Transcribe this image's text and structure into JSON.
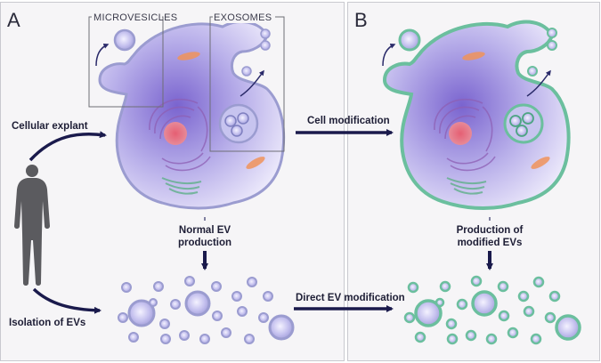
{
  "panels": {
    "a": {
      "letter": "A"
    },
    "b": {
      "letter": "B"
    }
  },
  "insets": {
    "microvesicles": "MICROVESICLES",
    "exosomes": "EXOSOMES"
  },
  "labels": {
    "cellular_explant": "Cellular explant",
    "isolation": "Isolation of EVs",
    "cell_modification": "Cell modification",
    "direct_modification": "Direct EV modification",
    "normal_line1": "Normal EV",
    "normal_line2": "production",
    "modified_line1": "Production of",
    "modified_line2": "modified EVs"
  },
  "colors": {
    "panel_bg": "#f5f4f6",
    "normal_membrane": "#9b9cd0",
    "modified_membrane": "#6bbf9e",
    "cytoplasm": "#c8c2ee",
    "nucleus": "#e0667a",
    "arrow": "#1a1a4c",
    "person": "#5b5b5f"
  }
}
